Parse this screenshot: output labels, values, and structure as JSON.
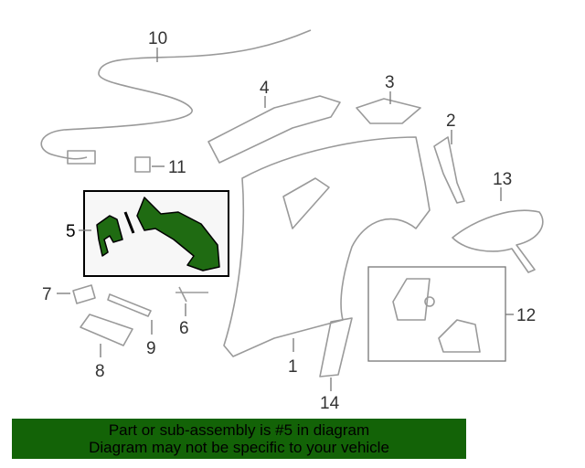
{
  "callouts": {
    "c1": "1",
    "c2": "2",
    "c3": "3",
    "c4": "4",
    "c5": "5",
    "c6": "6",
    "c7": "7",
    "c8": "8",
    "c9": "9",
    "c10": "10",
    "c11": "11",
    "c12": "12",
    "c13": "13",
    "c14": "14"
  },
  "highlight": {
    "part_number": "5",
    "color": "#1f6b12",
    "box_background": "#f7f7f7"
  },
  "banner": {
    "line1": "Part or sub-assembly is #5 in diagram",
    "line2": "Diagram may not be specific to your vehicle",
    "color": "#136307"
  }
}
